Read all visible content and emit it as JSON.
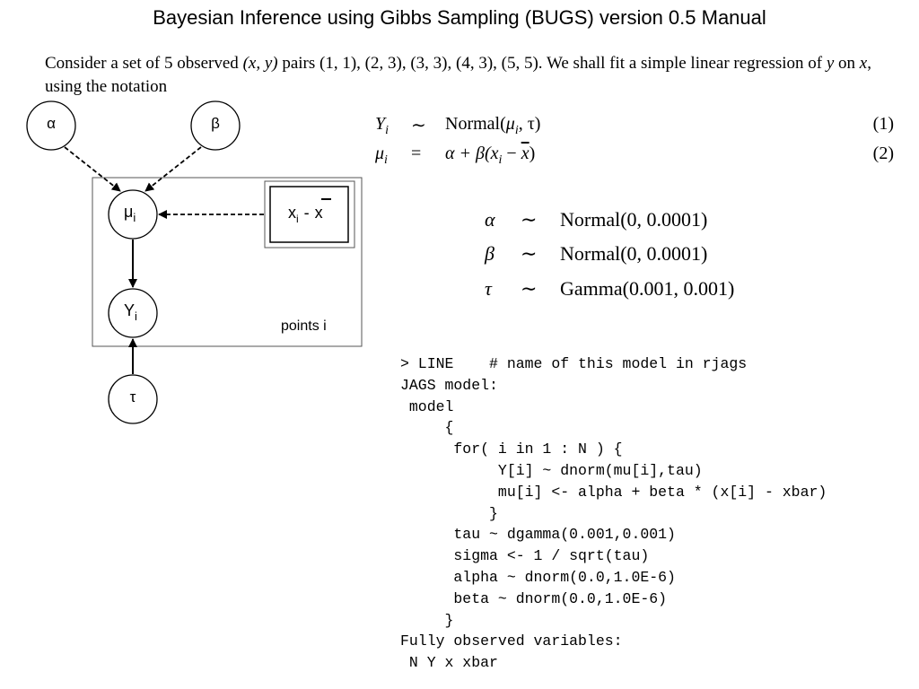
{
  "page": {
    "title": "Bayesian Inference using Gibbs Sampling (BUGS) version 0.5 Manual"
  },
  "intro": {
    "part1": "Consider a set of 5 observed ",
    "pair_var": "(x, y)",
    "part2": " pairs (1, 1), (2, 3), (3, 3), (4, 3), (5, 5).  We shall fit a simple linear regression of ",
    "y_var": "y",
    "part3": " on ",
    "x_var": "x",
    "part4": ", using the notation"
  },
  "equations": {
    "eq1": {
      "lhs_main": "Y",
      "lhs_sub": "i",
      "op": "∼",
      "rhs_pre": "Normal(",
      "rhs_mid": "μ",
      "rhs_sub": "i",
      "rhs_post": ", τ)",
      "number": "(1)"
    },
    "eq2": {
      "lhs_main": "μ",
      "lhs_sub": "i",
      "op": "=",
      "rhs_a": "α + β(",
      "rhs_x": "x",
      "rhs_sub": "i",
      "rhs_minus": " − ",
      "rhs_bar": "x",
      "rhs_close": ")",
      "number": "(2)"
    }
  },
  "priors": [
    {
      "lhs": "α",
      "op": "∼",
      "rhs": "Normal(0, 0.0001)"
    },
    {
      "lhs": "β",
      "op": "∼",
      "rhs": "Normal(0, 0.0001)"
    },
    {
      "lhs": "τ",
      "op": "∼",
      "rhs": "Gamma(0.001, 0.001)"
    }
  ],
  "code_lines": [
    "> LINE    # name of this model in rjags",
    "JAGS model:",
    " model",
    "     {",
    "      for( i in 1 : N ) {",
    "           Y[i] ~ dnorm(mu[i],tau)",
    "           mu[i] <- alpha + beta * (x[i] - xbar)",
    "          }",
    "      tau ~ dgamma(0.001,0.001)",
    "      sigma <- 1 / sqrt(tau)",
    "      alpha ~ dnorm(0.0,1.0E-6)",
    "      beta ~ dnorm(0.0,1.0E-6)",
    "     }",
    "Fully observed variables:",
    " N Y x xbar"
  ],
  "diagram": {
    "alpha": "α",
    "beta": "β",
    "mu_main": "μ",
    "mu_sub": "i",
    "y_main": "Y",
    "y_sub": "i",
    "tau": "τ",
    "covariate_x": "x",
    "covariate_sub": "i",
    "covariate_minus": "-",
    "covariate_xbar": "x",
    "plate_label": "points i"
  }
}
